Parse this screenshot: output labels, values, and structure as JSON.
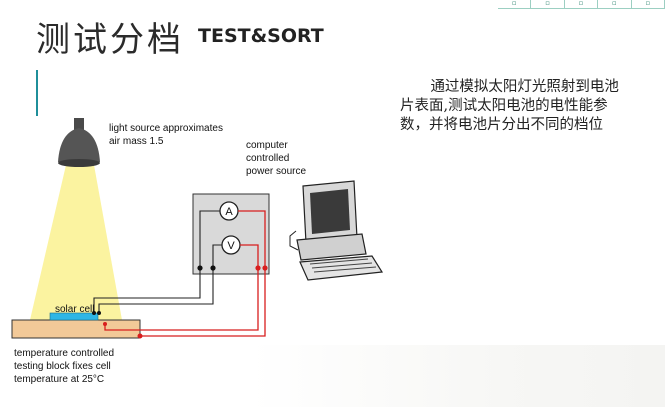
{
  "toolbar": {
    "icons": [
      "nav-icon-1",
      "nav-icon-2",
      "nav-icon-3",
      "nav-icon-4",
      "nav-icon-5"
    ]
  },
  "title": {
    "chinese": "测试分档",
    "english": "TEST&SORT"
  },
  "description": "通过模拟太阳灯光照射到电池片表面,测试太阳电池的电性能参数，并将电池片分出不同的档位",
  "diagram": {
    "light_label_1": "light source approximates",
    "light_label_2": "air mass 1.5",
    "computer_label_1": "computer",
    "computer_label_2": "controlled",
    "computer_label_3": "power source",
    "ammeter_symbol": "A",
    "voltmeter_symbol": "V",
    "cell_label": "solar cell",
    "block_label_1": "temperature controlled",
    "block_label_2": "testing block fixes cell",
    "block_label_3": "temperature at 25°C",
    "colors": {
      "red_wire": "#d81e1e",
      "black_wire": "#222222",
      "light_beam": "#fbf3a0",
      "block": "#f2c998"
    }
  }
}
